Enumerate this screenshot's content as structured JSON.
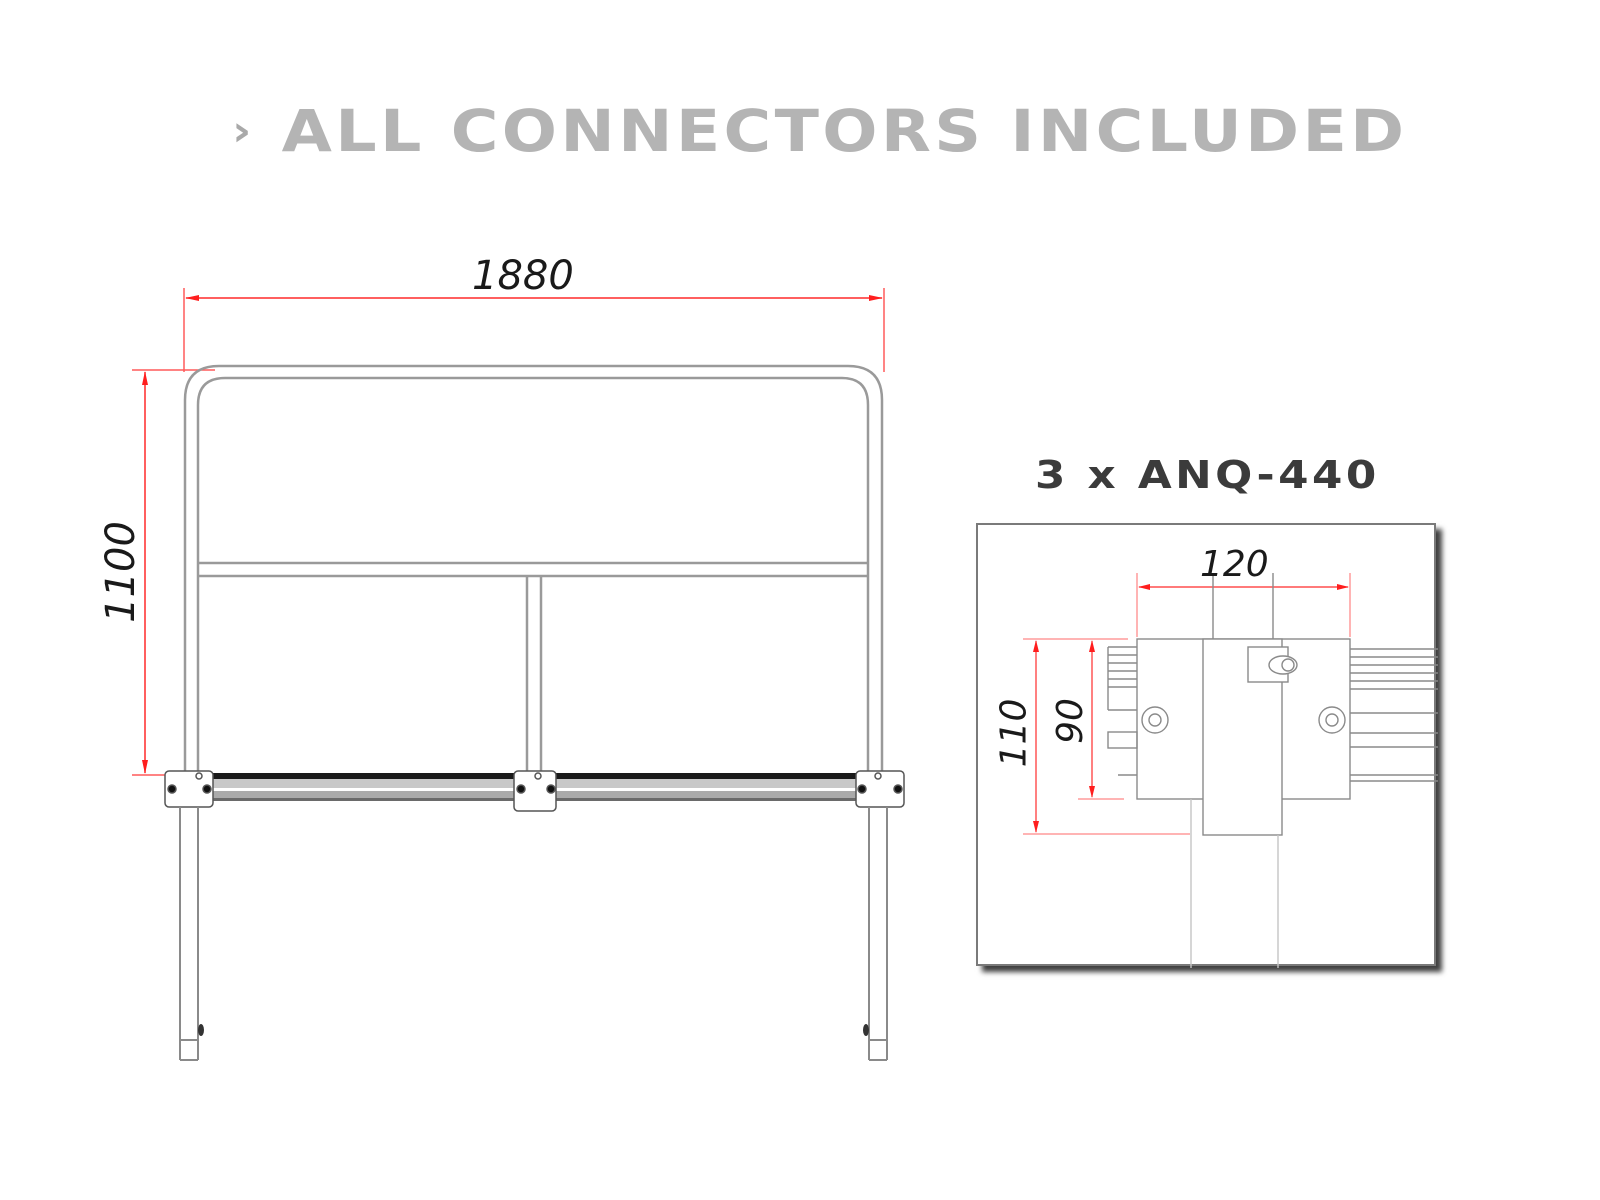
{
  "header": {
    "bullet_icon": "chevron-right-icon",
    "bullet_glyph": "›",
    "title": "ALL CONNECTORS INCLUDED"
  },
  "railing_drawing": {
    "width_dimension": "1880",
    "height_dimension": "1100",
    "dimension_color": "#ff2a2a",
    "line_color": "#8a8a8a"
  },
  "detail_view": {
    "title": "3 x ANQ-440",
    "width_dimension": "120",
    "outer_height_dimension": "110",
    "inner_height_dimension": "90"
  }
}
